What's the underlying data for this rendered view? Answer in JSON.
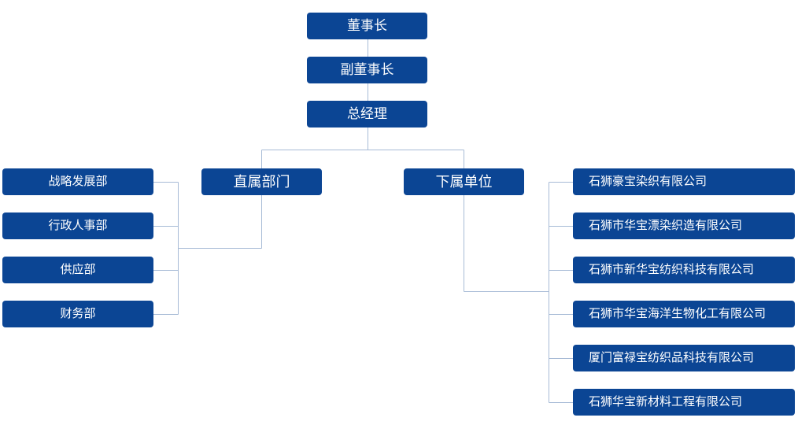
{
  "colors": {
    "node_background": "#0b4594",
    "node_text": "#ffffff",
    "connector": "#a7bbd6"
  },
  "org": {
    "levels": [
      "董事长",
      "副董事长",
      "总经理"
    ],
    "branches": [
      {
        "label": "直属部门",
        "children": [
          "战略发展部",
          "行政人事部",
          "供应部",
          "财务部"
        ]
      },
      {
        "label": "下属单位",
        "children": [
          "石狮豪宝染织有限公司",
          "石狮市华宝漂染织造有限公司",
          "石狮市新华宝纺织科技有限公司",
          "石狮市华宝海洋生物化工有限公司",
          "厦门富禄宝纺织品科技有限公司",
          "石狮华宝新材料工程有限公司"
        ]
      }
    ]
  }
}
